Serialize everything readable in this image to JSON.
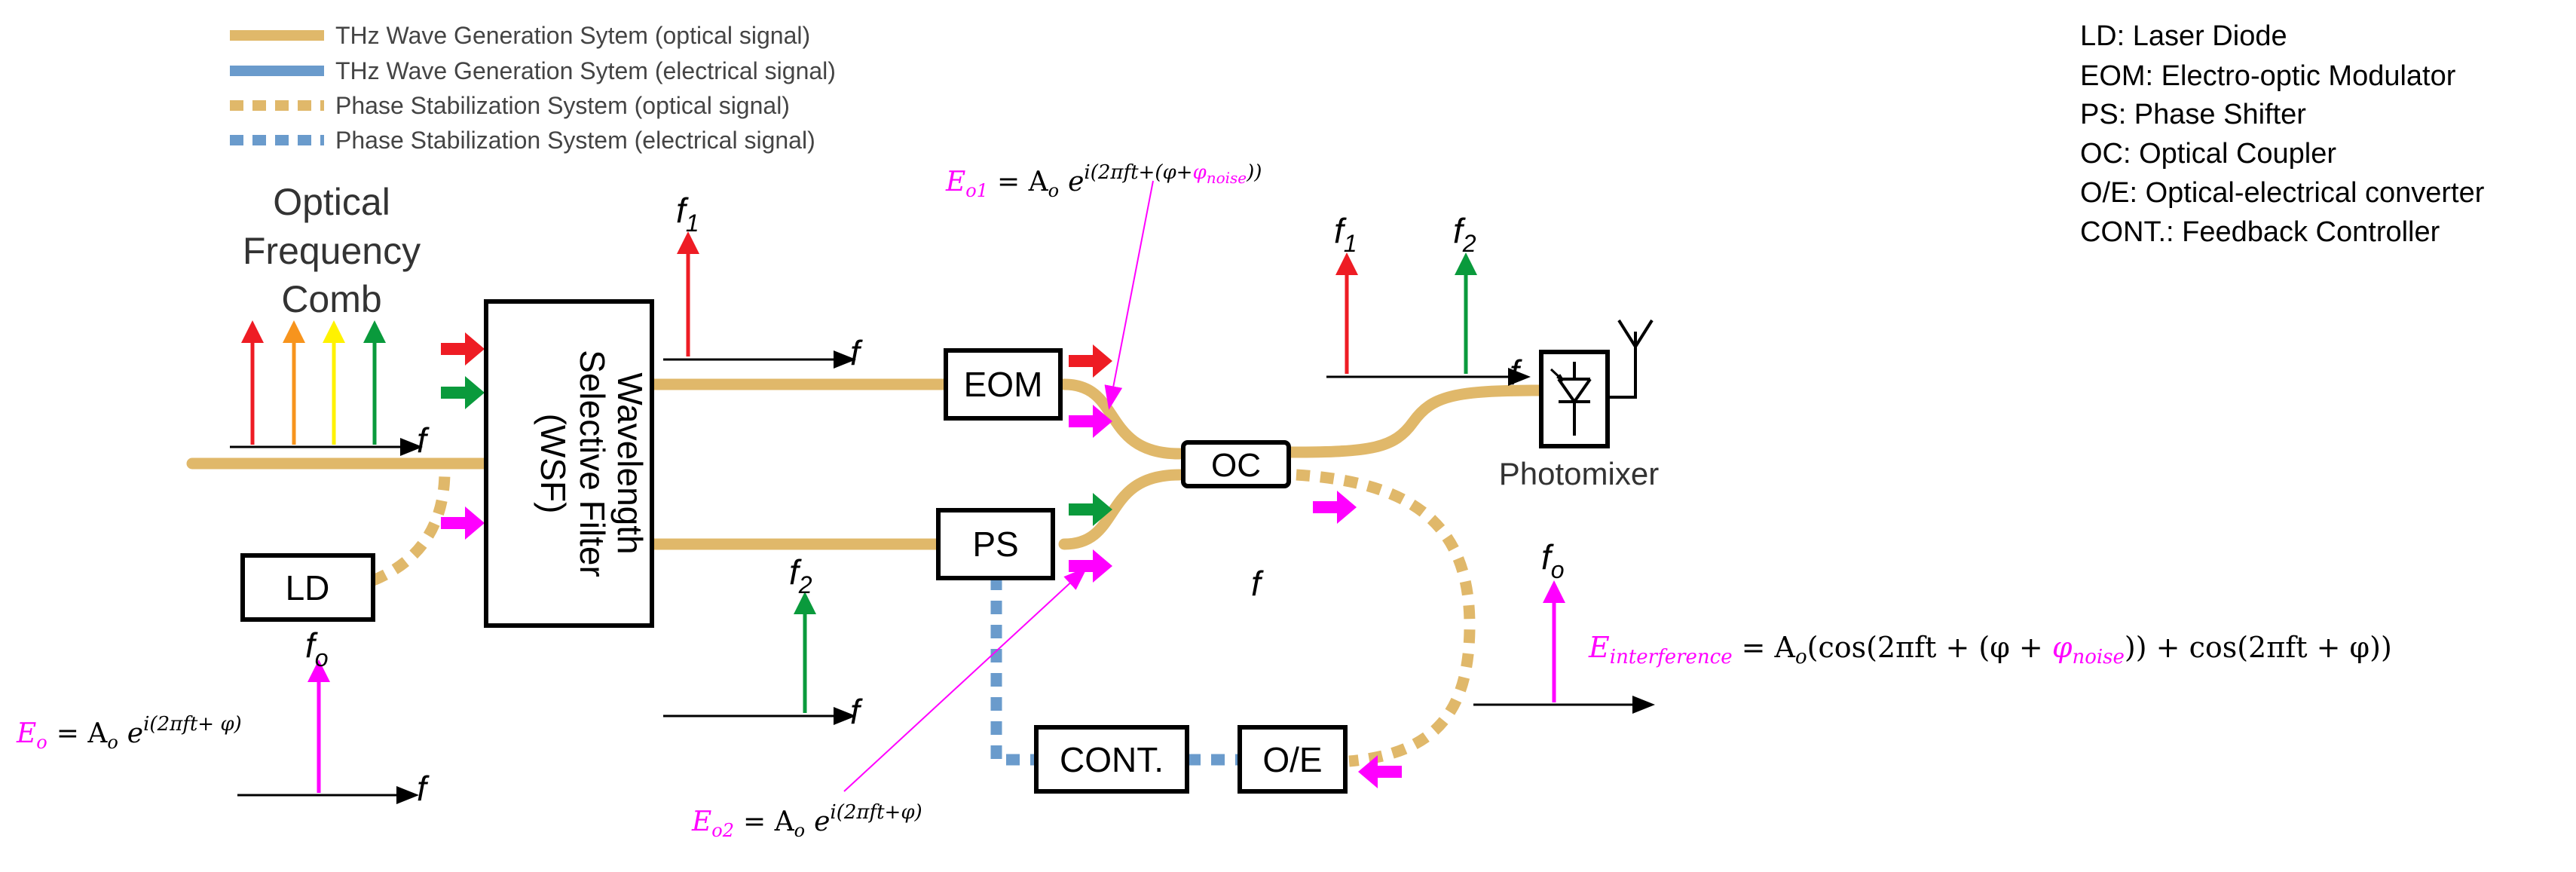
{
  "legend": {
    "items": [
      {
        "label": "THz Wave Generation Sytem (optical signal)",
        "style": "solid",
        "color": "#e0b86a"
      },
      {
        "label": "THz Wave Generation Sytem (electrical signal)",
        "style": "solid",
        "color": "#6a9bcc"
      },
      {
        "label": "Phase Stabilization System (optical signal)",
        "style": "dotted",
        "color": "#e0b86a"
      },
      {
        "label": "Phase Stabilization System (electrical signal)",
        "style": "dotted",
        "color": "#6a9bcc"
      }
    ]
  },
  "abbreviations": [
    "LD: Laser Diode",
    "EOM: Electro-optic Modulator",
    "PS: Phase Shifter",
    "OC: Optical Coupler",
    "O/E: Optical-electrical converter",
    "CONT.: Feedback Controller"
  ],
  "comb_title": [
    "Optical",
    "Frequency",
    "Comb"
  ],
  "blocks": {
    "wsf": [
      "Wavelength",
      "Selective Filter",
      "(WSF)"
    ],
    "ld": "LD",
    "eom": "EOM",
    "ps": "PS",
    "oc": "OC",
    "cont": "CONT.",
    "oe": "O/E",
    "photomixer": "Photomixer"
  },
  "freq_labels": {
    "f": "f",
    "f1": "f",
    "f1_sub": "1",
    "f2": "f",
    "f2_sub": "2",
    "f0": "f",
    "f0_sub": "o"
  },
  "equations": {
    "eo": {
      "lhs": "E",
      "lhs_sub": "o",
      "rhs": "= A",
      "rhs_sub": "o",
      "exp": "e",
      "sup": "i(2πft+ φ)"
    },
    "eo1": {
      "lhs": "E",
      "lhs_sub": "o1",
      "rhs": "= A",
      "rhs_sub": "o",
      "exp": "e",
      "sup_a": "i(2πft+(φ+",
      "sup_noise": "φ",
      "sup_noise_sub": "noise",
      "sup_b": "))"
    },
    "eo2": {
      "lhs": "E",
      "lhs_sub": "o2",
      "rhs": "= A",
      "rhs_sub": "o",
      "exp": "e",
      "sup": "i(2πft+φ)"
    },
    "interference": {
      "lhs": "E",
      "lhs_sub": "interference",
      "rhs_a": "= A",
      "rhs_sub": "o",
      "rhs_b": "(cos(2πft + (φ + ",
      "noise": "φ",
      "noise_sub": "noise",
      "rhs_c": "))  +  cos(2πft + φ))"
    }
  },
  "colors": {
    "red": "#ee1c24",
    "orange": "#f7941d",
    "yellow": "#fff200",
    "green": "#0a9a3c",
    "magenta": "#ff00ff",
    "optical": "#e0b86a",
    "electrical": "#6a9bcc"
  }
}
